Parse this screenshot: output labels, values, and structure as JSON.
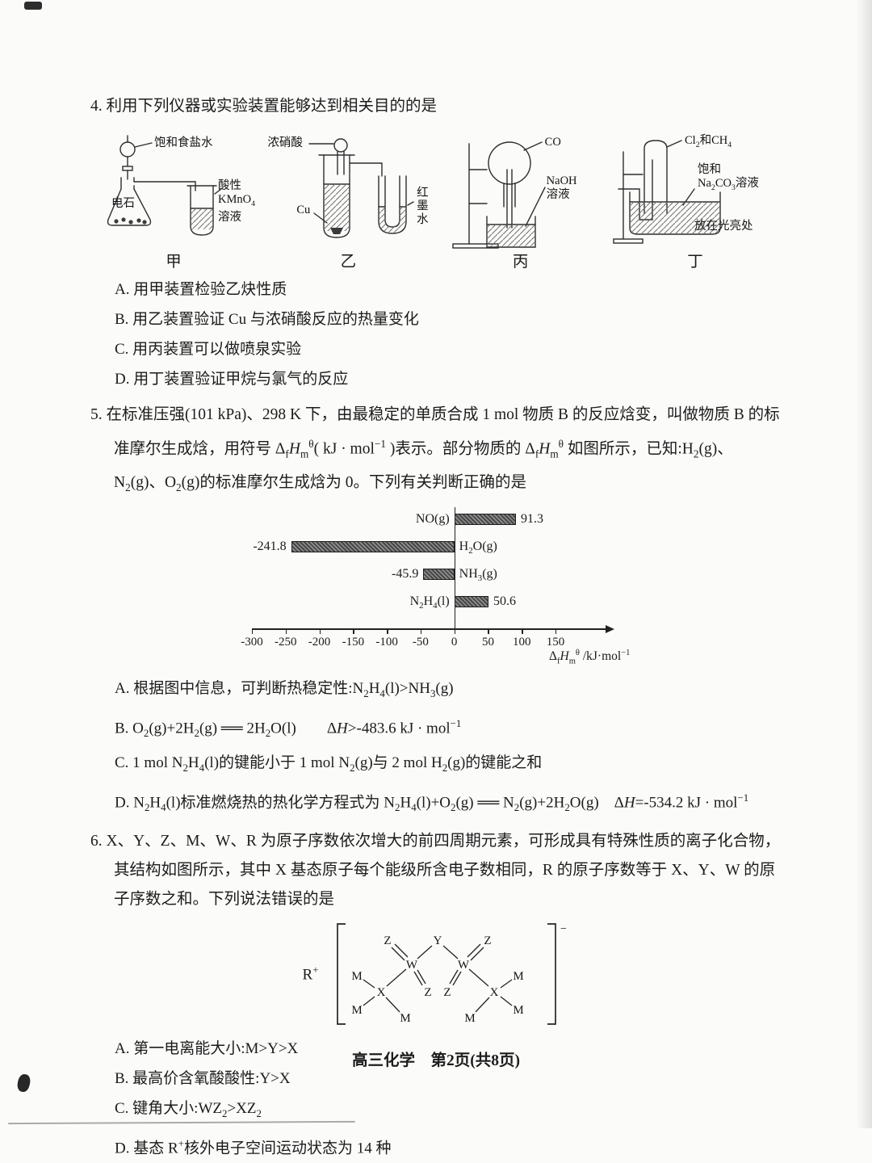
{
  "footer": {
    "text": "高三化学　第2页(共8页)"
  },
  "q4": {
    "stem": "4. 利用下列仪器或实验装置能够达到相关目的的是",
    "figures": [
      {
        "label": "甲",
        "ann": [
          "饱和食盐水",
          "电石",
          "酸性<br>KMnO<sub>4</sub><br>溶液"
        ]
      },
      {
        "label": "乙",
        "ann": [
          "浓硝酸",
          "Cu",
          "红墨水"
        ]
      },
      {
        "label": "丙",
        "ann": [
          "CO",
          "NaOH<br>溶液"
        ]
      },
      {
        "label": "丁",
        "ann": [
          "Cl<sub>2</sub>和CH<sub>4</sub>",
          "饱和<br>Na<sub>2</sub>CO<sub>3</sub>溶液",
          "放在光亮处"
        ]
      }
    ],
    "options": [
      "A. 用甲装置检验乙炔性质",
      "B. 用乙装置验证 Cu 与浓硝酸反应的热量变化",
      "C. 用丙装置可以做喷泉实验",
      "D. 用丁装置验证甲烷与氯气的反应"
    ]
  },
  "q5": {
    "stem": "5. 在标准压强(101 kPa)、298 K 下，由最稳定的单质合成 1 mol 物质 B 的反应焓变，叫做物质 B 的标准摩尔生成焓，用符号 Δ<sub>f</sub><i>H</i><sub>m</sub><sup>θ</sup>( kJ · mol<sup>−1</sup> )表示。部分物质的 Δ<sub>f</sub><i>H</i><sub>m</sub><sup>θ</sup> 如图所示，已知:H<sub>2</sub>(g)、N<sub>2</sub>(g)、O<sub>2</sub>(g)的标准摩尔生成焓为 0。下列有关判断正确的是",
    "options": [
      "A. 根据图中信息，可判断热稳定性:N<sub>2</sub>H<sub>4</sub>(l)&gt;NH<sub>3</sub>(g)",
      "B. O<sub>2</sub>(g)+2H<sub>2</sub>(g) ══ 2H<sub>2</sub>O(l)　　Δ<i>H</i>&gt;-483.6 kJ · mol<sup>−1</sup>",
      "C. 1 mol N<sub>2</sub>H<sub>4</sub>(l)的键能小于 1 mol N<sub>2</sub>(g)与 2 mol H<sub>2</sub>(g)的键能之和",
      "D. N<sub>2</sub>H<sub>4</sub>(l)标准燃烧热的热化学方程式为 N<sub>2</sub>H<sub>4</sub>(l)+O<sub>2</sub>(g) ══ N<sub>2</sub>(g)+2H<sub>2</sub>O(g)　Δ<i>H</i>=-534.2 kJ · mol<sup>−1</sup>"
    ]
  },
  "chart_data": {
    "type": "bar",
    "orientation": "horizontal",
    "categories": [
      "NO(g)",
      "H₂O(g)",
      "NH₃(g)",
      "N₂H₄(l)"
    ],
    "categories_html": [
      "NO(g)",
      "H<sub>2</sub>O(g)",
      "NH<sub>3</sub>(g)",
      "N<sub>2</sub>H<sub>4</sub>(l)"
    ],
    "values": [
      91.3,
      -241.8,
      -45.9,
      50.6
    ],
    "xlabel": "ΔfHmθ/kJ·mol⁻¹",
    "xlabel_html": "Δ<sub>f</sub><i>H</i><sub>m</sub><sup>θ</sup> /kJ·mol<sup>−1</sup>",
    "xlim": [
      -300,
      150
    ],
    "xticks": [
      -300,
      -250,
      -200,
      -150,
      -100,
      -50,
      0,
      50,
      100,
      150
    ],
    "grid": false,
    "legend": false,
    "bar_color": "#4a4a4a"
  },
  "q6": {
    "stem": "6. X、Y、Z、M、W、R 为原子序数依次增大的前四周期元素，可形成具有特殊性质的离子化合物，其结构如图所示，其中 X 基态原子每个能级所含电子数相同，R 的原子序数等于 X、Y、W 的原子序数之和。下列说法错误的是",
    "structure": {
      "cation": "R<sup>+</sup>",
      "charge": "−",
      "atoms": {
        "z1": "Z",
        "y": "Y",
        "z2": "Z",
        "w1": "W",
        "w2": "W",
        "x1": "X",
        "z3": "Z",
        "z4": "Z",
        "x2": "X",
        "m1": "M",
        "m2": "M",
        "m3": "M",
        "m4": "M",
        "m5": "M",
        "m6": "M"
      }
    },
    "options": [
      "A. 第一电离能大小:M&gt;Y&gt;X",
      "B. 最高价含氧酸酸性:Y&gt;X",
      "C. 键角大小:WZ<sub>2</sub>&gt;XZ<sub>2</sub>",
      "D. 基态 R<sup>+</sup>核外电子空间运动状态为 14 种"
    ]
  }
}
